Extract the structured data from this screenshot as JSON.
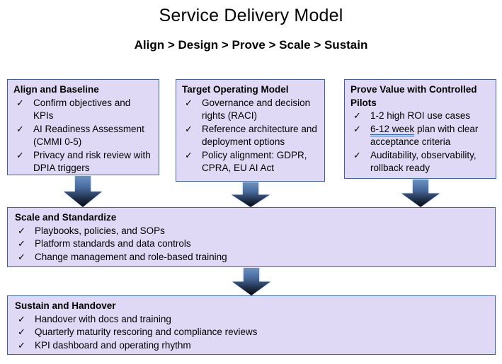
{
  "slide": {
    "title": "Service Delivery Model",
    "subtitle": "Align > Design > Prove > Scale > Sustain"
  },
  "icons": {
    "check": "✓",
    "arrow": "down-block-arrow"
  },
  "colors": {
    "box_fill": "#e0d9f6",
    "box_border": "#41619b",
    "arrow_top": "#6b92c3",
    "arrow_bottom": "#05070c",
    "underline": "#3565b1",
    "text": "#000000",
    "background": "#ffffff"
  },
  "boxes": {
    "align": {
      "title": "Align and Baseline",
      "items": [
        "Confirm objectives and KPIs",
        "AI Readiness Assessment (CMMI 0-5)",
        "Privacy and risk review with DPIA triggers"
      ]
    },
    "target": {
      "title": "Target Operating Model",
      "items": [
        "Governance and decision rights (RACI)",
        "Reference architecture and deployment options",
        "Policy alignment: GDPR, CPRA, EU AI Act"
      ]
    },
    "prove": {
      "title": "Prove Value with Controlled Pilots",
      "items": [
        "1-2 high ROI use cases",
        "6-12 week plan with clear acceptance criteria",
        "Auditability, observability, rollback ready"
      ],
      "item2_parts": {
        "underlined": "6-12 week",
        "rest": " plan with clear acceptance criteria"
      }
    },
    "scale": {
      "title": "Scale and Standardize",
      "items": [
        "Playbooks, policies, and SOPs",
        "Platform standards and data controls",
        "Change management and role-based training"
      ]
    },
    "sustain": {
      "title": "Sustain and Handover",
      "items": [
        "Handover with docs and training",
        "Quarterly maturity rescoring and compliance reviews",
        "KPI dashboard and operating rhythm"
      ]
    }
  }
}
